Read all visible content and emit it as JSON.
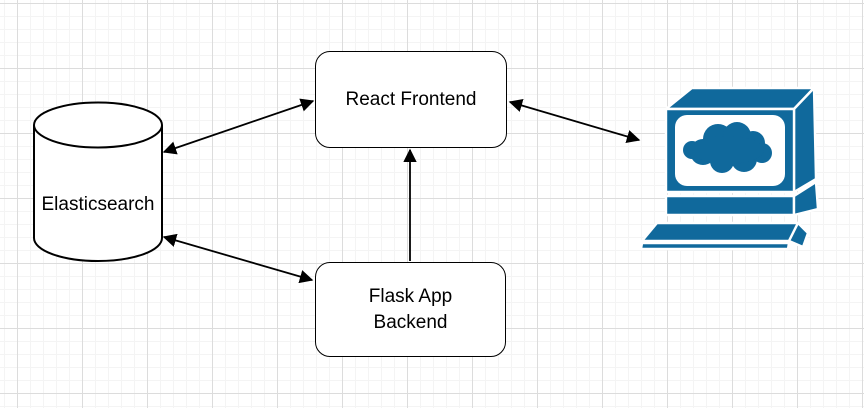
{
  "diagram": {
    "nodes": [
      {
        "id": "elasticsearch",
        "shape": "cylinder",
        "label": "Elasticsearch",
        "fill": "#ffffff",
        "stroke": "#000000"
      },
      {
        "id": "react-frontend",
        "shape": "rounded-rectangle",
        "label": "React Frontend",
        "fill": "#ffffff",
        "stroke": "#000000"
      },
      {
        "id": "flask-backend",
        "shape": "rounded-rectangle",
        "label_lines": [
          "Flask App",
          "Backend"
        ],
        "fill": "#ffffff",
        "stroke": "#000000"
      },
      {
        "id": "client-terminal",
        "shape": "cloud-terminal-icon",
        "label": "",
        "fill": "#10699C"
      }
    ],
    "edges": [
      {
        "from": "elasticsearch",
        "to": "react-frontend",
        "arrowheads": "both"
      },
      {
        "from": "elasticsearch",
        "to": "flask-backend",
        "arrowheads": "both"
      },
      {
        "from": "flask-backend",
        "to": "react-frontend",
        "arrowheads": "end"
      },
      {
        "from": "react-frontend",
        "to": "client-terminal",
        "arrowheads": "both"
      }
    ],
    "colors": {
      "icon_blue": "#10699C",
      "edge": "#000000",
      "node_fill": "#ffffff",
      "node_stroke": "#000000",
      "grid_minor": "#f4f4f4",
      "grid_major": "#dcdcdc",
      "background": "#ffffff"
    }
  }
}
